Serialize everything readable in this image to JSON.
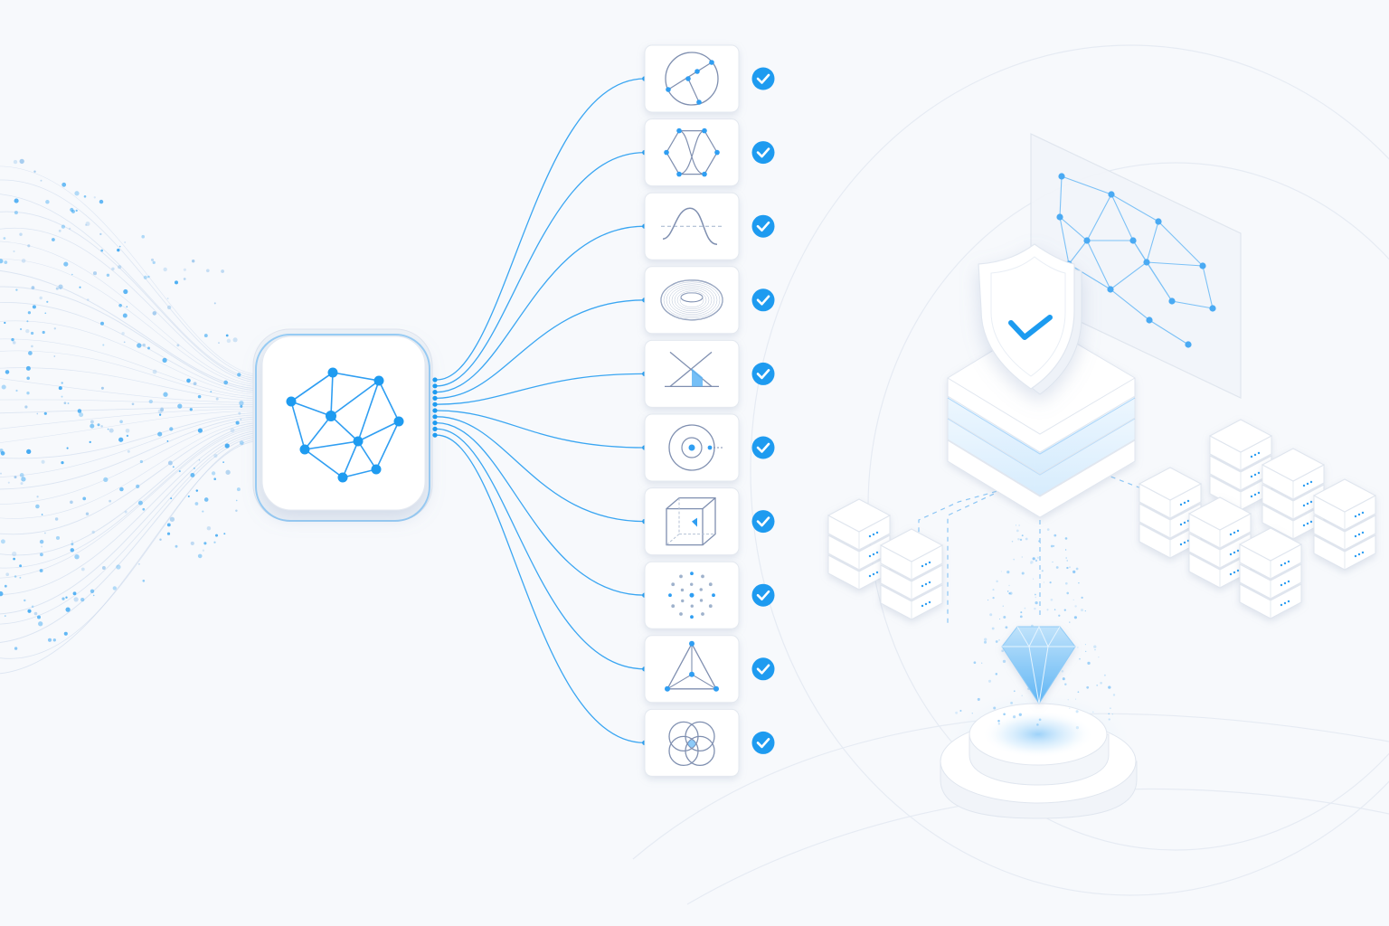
{
  "colors": {
    "background": "#f7f9fc",
    "accent": "#1e9bf0",
    "line": "#3aa6f2",
    "card": "#ffffff",
    "card_border": "#e3e8ef",
    "glyph": "#7f8fb0",
    "soft_blue": "#cfe6fb"
  },
  "hub": {
    "icon": "network-graph-icon"
  },
  "modules": [
    {
      "icon": "circle-chord-icon",
      "status": "verified"
    },
    {
      "icon": "wave-lattice-icon",
      "status": "verified"
    },
    {
      "icon": "sine-wave-icon",
      "status": "verified"
    },
    {
      "icon": "torus-icon",
      "status": "verified"
    },
    {
      "icon": "crossing-lines-icon",
      "status": "verified"
    },
    {
      "icon": "target-circle-icon",
      "status": "verified"
    },
    {
      "icon": "wireframe-cube-icon",
      "status": "verified"
    },
    {
      "icon": "dot-ring-icon",
      "status": "verified"
    },
    {
      "icon": "triangle-icon",
      "status": "verified"
    },
    {
      "icon": "venn-circles-icon",
      "status": "verified"
    }
  ],
  "right_scene": {
    "shield_icon": "shield-check-icon",
    "panel_icon": "constellation-graph-icon",
    "gem_icon": "diamond-icon",
    "server_icon": "server-stack-icon"
  }
}
